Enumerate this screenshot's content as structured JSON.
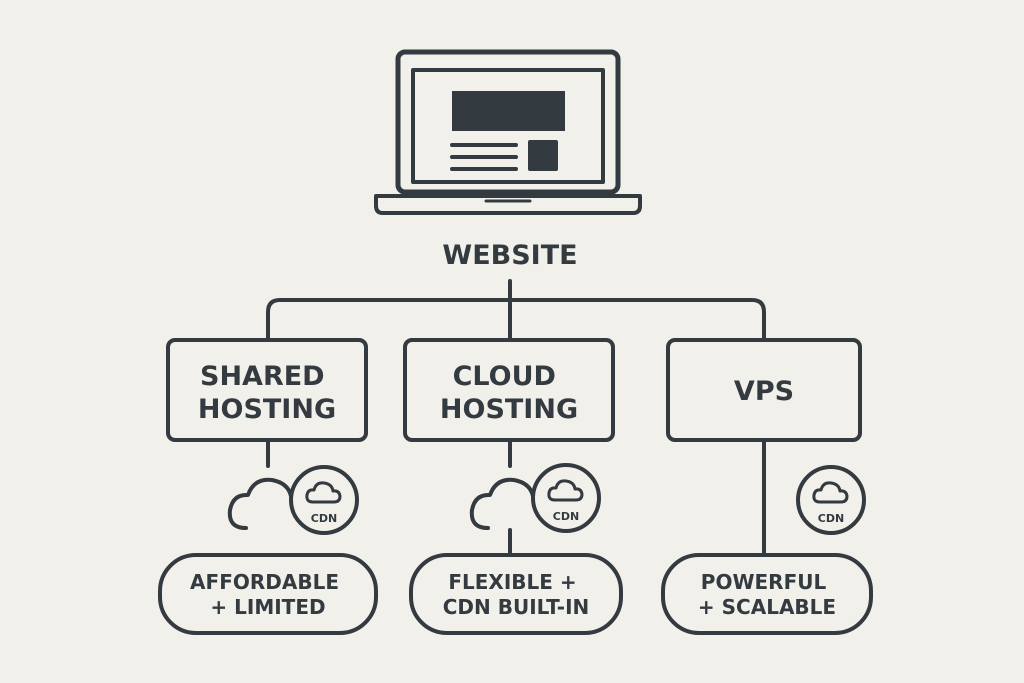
{
  "title": "WEBSITE",
  "colors": {
    "ink": "#333a40",
    "background": "#f2f0eb"
  },
  "icons": {
    "root": "laptop-icon",
    "cloud": "cloud-icon",
    "cdn": "cdn-badge-icon"
  },
  "nodes": [
    {
      "id": "shared",
      "label_lines": [
        "SHARED",
        "HOSTING"
      ],
      "outcome_lines": [
        "AFFORDABLE",
        "+ LIMITED"
      ],
      "cdn_label": "CDN",
      "has_cloud": true
    },
    {
      "id": "cloud",
      "label_lines": [
        "CLOUD",
        "HOSTING"
      ],
      "outcome_lines": [
        "FLEXIBLE +",
        "CDN BUILT-IN"
      ],
      "cdn_label": "CDN",
      "has_cloud": true
    },
    {
      "id": "vps",
      "label_lines": [
        "VPS"
      ],
      "outcome_lines": [
        "POWERFUL",
        "+ SCALABLE"
      ],
      "cdn_label": "CDN",
      "has_cloud": false
    }
  ]
}
